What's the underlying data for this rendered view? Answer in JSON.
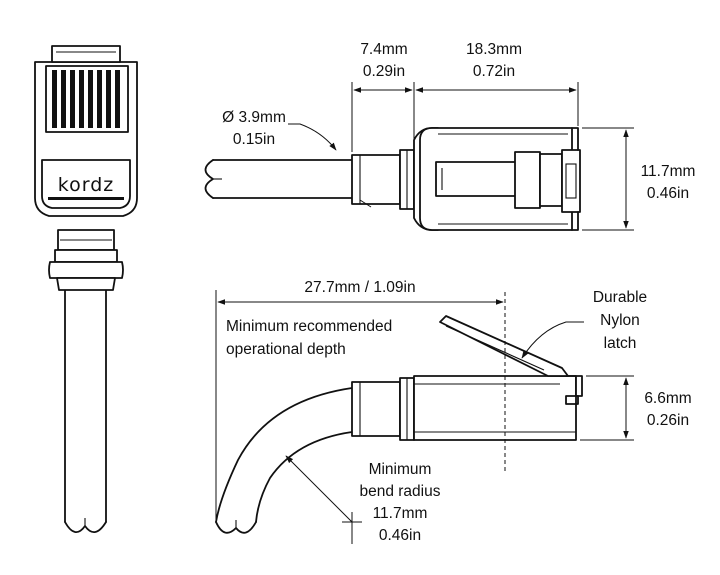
{
  "brand": "kordz",
  "dimensions": {
    "cable_diameter": {
      "mm": "Ø 3.9mm",
      "in": "0.15in"
    },
    "boot_length": {
      "mm": "7.4mm",
      "in": "0.29in"
    },
    "plug_length": {
      "mm": "18.3mm",
      "in": "0.72in"
    },
    "plug_height": {
      "mm": "11.7mm",
      "in": "0.46in"
    },
    "operational_depth": {
      "value": "27.7mm / 1.09in",
      "line1": "Minimum recommended",
      "line2": "operational depth"
    },
    "latch_height": {
      "mm": "6.6mm",
      "in": "0.26in"
    },
    "bend_radius": {
      "line1": "Minimum",
      "line2": "bend radius",
      "mm": "11.7mm",
      "in": "0.46in"
    }
  },
  "callouts": {
    "latch": {
      "line1": "Durable",
      "line2": "Nylon",
      "line3": "latch"
    }
  },
  "colors": {
    "line": "#111111",
    "background": "#ffffff"
  }
}
